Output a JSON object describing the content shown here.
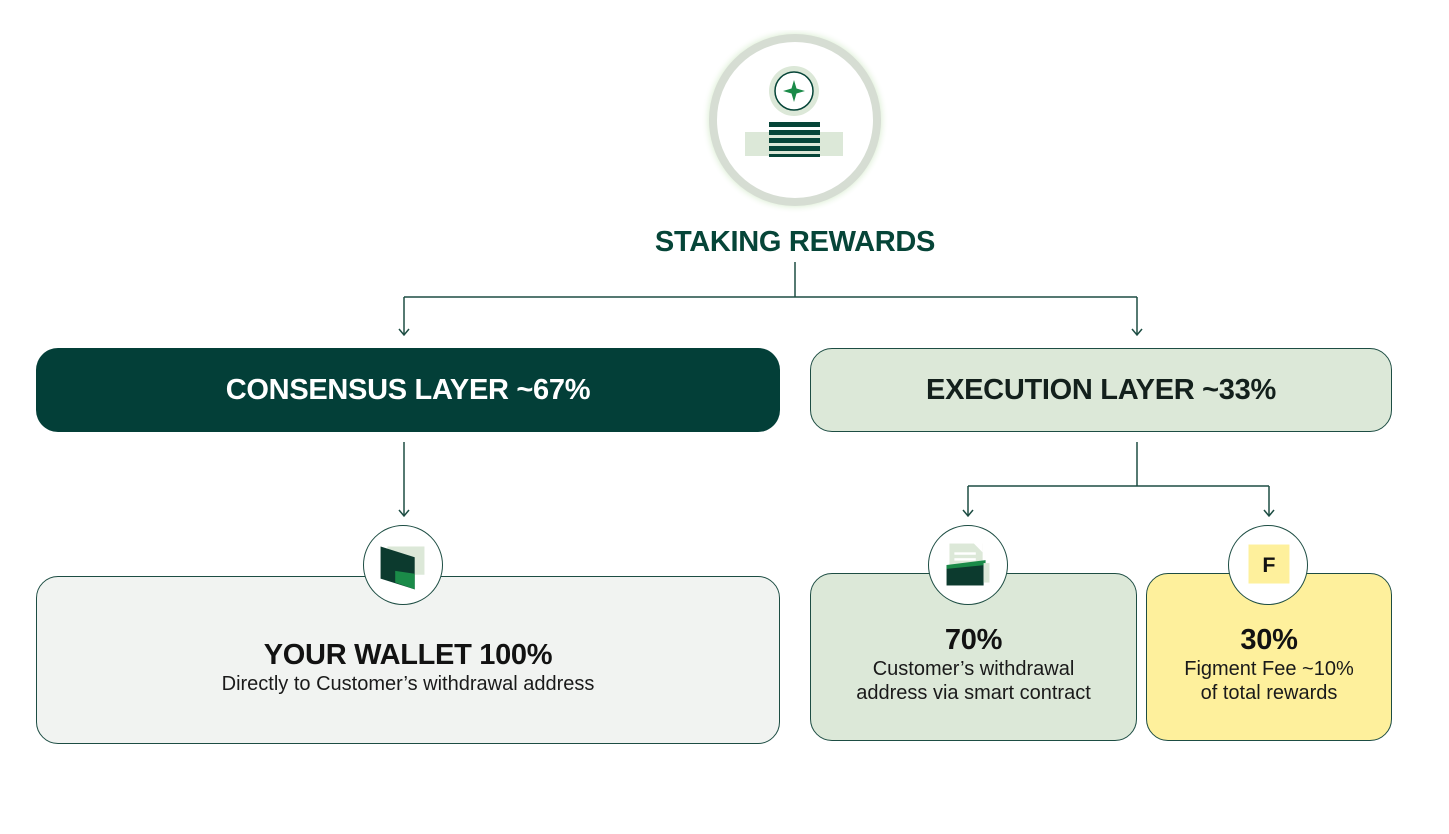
{
  "diagram": {
    "title": "STAKING REWARDS",
    "consensus": {
      "label": "CONSENSUS LAYER ~67%"
    },
    "execution": {
      "label": "EXECUTION LAYER ~33%"
    },
    "wallet": {
      "title": "YOUR WALLET 100%",
      "description": "Directly to Customer’s withdrawal address"
    },
    "contract": {
      "title": "70%",
      "description_line1": "Customer’s withdrawal",
      "description_line2": "address via smart contract"
    },
    "fee": {
      "title": "30%",
      "description_line1": "Figment Fee ~10%",
      "description_line2": "of total rewards",
      "badge_letter": "F"
    }
  },
  "colors": {
    "dark_green": "#033f38",
    "light_green": "#dce8d8",
    "light_gray": "#f1f3f1",
    "yellow": "#fef09c",
    "accent_green": "#1a8a48"
  },
  "icons": {
    "top": "coin-stack-icon",
    "wallet": "wallet-icon",
    "contract": "folder-document-icon",
    "fee": "figment-logo-icon"
  }
}
